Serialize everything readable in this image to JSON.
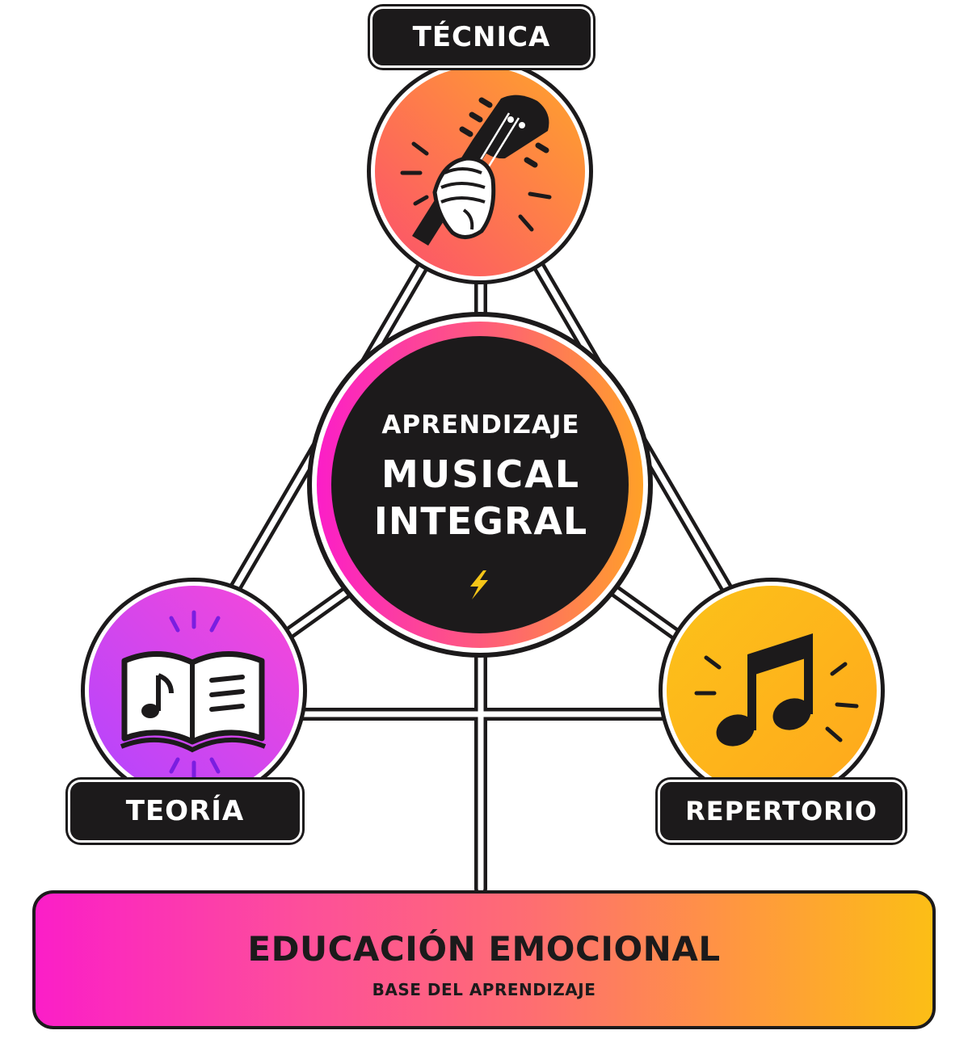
{
  "diagram": {
    "top_label": "TÉCNICA",
    "left_label": "TEORÍA",
    "right_label": "REPERTORIO",
    "center": {
      "line1": "APRENDIZAJE",
      "line2": "MUSICAL",
      "line3": "INTEGRAL",
      "icon": "lightning-icon"
    },
    "base": {
      "title": "EDUCACIÓN EMOCIONAL",
      "subtitle": "BASE DEL APRENDIZAJE"
    },
    "icons": {
      "top": "guitar-hand-icon",
      "left": "music-book-icon",
      "right": "music-notes-icon"
    },
    "colors": {
      "dark": "#1c1a1b",
      "magenta": "#fb1ec8",
      "purple": "#c33df0",
      "orange": "#ff8c3a",
      "coral": "#fe6d72",
      "amber": "#fcbe16",
      "lightning": "#f5c518"
    }
  }
}
